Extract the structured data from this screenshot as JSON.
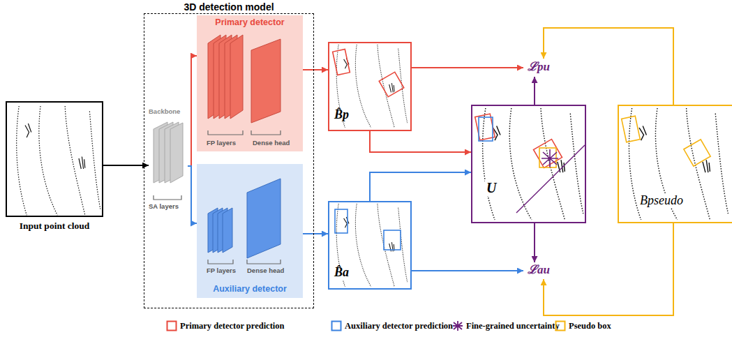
{
  "diagram": {
    "nodes": [
      {
        "text": [
          "Input point cloud"
        ]
      },
      {
        "text": [
          "3D detection model"
        ]
      },
      {
        "text": [
          "Backbone",
          "SA layers"
        ],
        "in": 1
      },
      {
        "text": [
          "Primary detector",
          "FP layers",
          "Dense head"
        ],
        "in": 1
      },
      {
        "text": [
          "FP layers",
          "Dense head",
          "Auxiliary detector"
        ],
        "in": 1
      },
      {
        "text": [
          "B̂p"
        ]
      },
      {
        "text": [
          "B̂a"
        ]
      },
      {
        "text": [
          "U"
        ]
      },
      {
        "text": [
          "Bpseudo"
        ]
      },
      {
        "text": [
          "ℒpu"
        ]
      },
      {
        "text": [
          "ℒau"
        ]
      }
    ],
    "edges": [
      {
        "from": 0,
        "to": 2,
        "arrow": "to"
      },
      {
        "from": 2,
        "to": 3,
        "arrow": "to"
      },
      {
        "from": 2,
        "to": 4,
        "arrow": "to"
      },
      {
        "from": 3,
        "to": 5,
        "arrow": "to"
      },
      {
        "from": 4,
        "to": 6,
        "arrow": "to"
      },
      {
        "from": 5,
        "to": 9,
        "arrow": "to"
      },
      {
        "from": 5,
        "to": 7,
        "arrow": "to"
      },
      {
        "from": 6,
        "to": 7,
        "arrow": "to"
      },
      {
        "from": 6,
        "to": 10,
        "arrow": "to"
      },
      {
        "from": 7,
        "to": 9,
        "arrow": "to"
      },
      {
        "from": 7,
        "to": 10,
        "arrow": "to"
      },
      {
        "from": 8,
        "to": 9,
        "arrow": "to"
      },
      {
        "from": 8,
        "to": 10,
        "arrow": "to"
      }
    ],
    "legend": [
      {
        "text": "Primary detector prediction",
        "color": "#e8483c"
      },
      {
        "text": "Auxiliary detector prediction",
        "color": "#3b82e0"
      },
      {
        "text": "Fine-grained uncertainty",
        "color": "#6c1f7c"
      },
      {
        "text": "Pseudo box",
        "color": "#f5b412"
      }
    ]
  }
}
